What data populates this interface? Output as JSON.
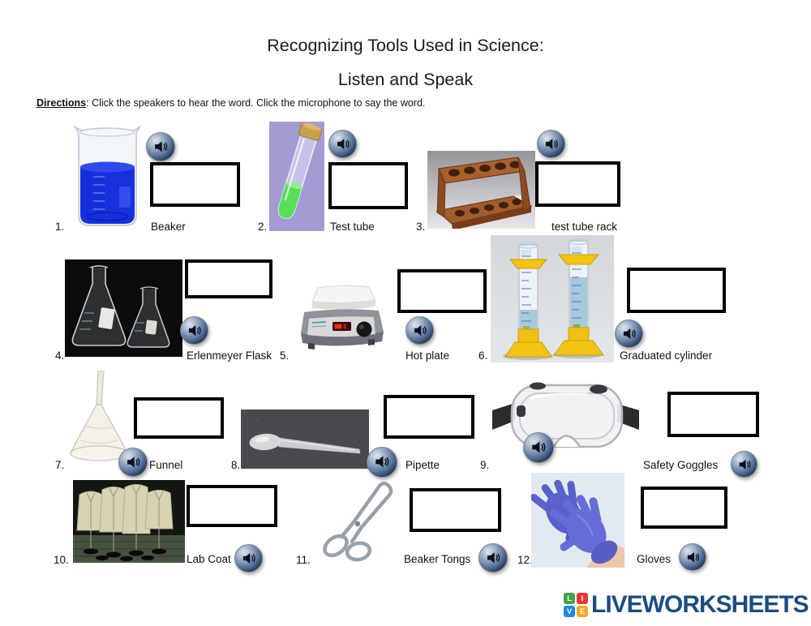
{
  "page": {
    "title_line1": "Recognizing Tools Used in Science:",
    "title_line2": "Listen and Speak",
    "directions_label": "Directions",
    "directions_text": ": Click the speakers to hear the word. Click the microphone to say the word."
  },
  "items": [
    {
      "number": "1.",
      "label": "Beaker",
      "image_alt": "glass beaker filled with blue liquid"
    },
    {
      "number": "2.",
      "label": "Test tube",
      "image_alt": "test tube with green liquid and cork on purple background"
    },
    {
      "number": "3.",
      "label": "test tube rack",
      "image_alt": "wooden test tube rack"
    },
    {
      "number": "4.",
      "label": "Erlenmeyer Flask",
      "image_alt": "two glass erlenmeyer flasks on black background"
    },
    {
      "number": "5.",
      "label": "Hot plate",
      "image_alt": "laboratory hot plate with white top and black knob"
    },
    {
      "number": "6.",
      "label": "Graduated cylinder",
      "image_alt": "two graduated cylinders with yellow bases"
    },
    {
      "number": "7.",
      "label": "Funnel",
      "image_alt": "clear laboratory funnel upside down"
    },
    {
      "number": "8.",
      "label": "Pipette",
      "image_alt": "plastic pipette on dark background"
    },
    {
      "number": "9.",
      "label": "Safety Goggles",
      "image_alt": "clear safety goggles with dark strap"
    },
    {
      "number": "10.",
      "label": "Lab Coat",
      "image_alt": "white lab coats on stands"
    },
    {
      "number": "11.",
      "label": "Beaker Tongs",
      "image_alt": "metal beaker tongs"
    },
    {
      "number": "12.",
      "label": "Gloves",
      "image_alt": "blue nitrile gloves on hands"
    }
  ],
  "icons": {
    "speaker": "speaker-with-sound-waves"
  },
  "colors": {
    "answer_box_border": "#000000",
    "speaker_button_blue": "#1f3557",
    "logo_navy": "#1c4d7e"
  },
  "footer": {
    "logo_squares": [
      {
        "letter": "L",
        "color": "#43a047"
      },
      {
        "letter": "I",
        "color": "#e53935"
      },
      {
        "letter": "V",
        "color": "#1e88e5"
      },
      {
        "letter": "E",
        "color": "#f9a825"
      }
    ],
    "logo_text": "LIVEWORKSHEETS"
  }
}
